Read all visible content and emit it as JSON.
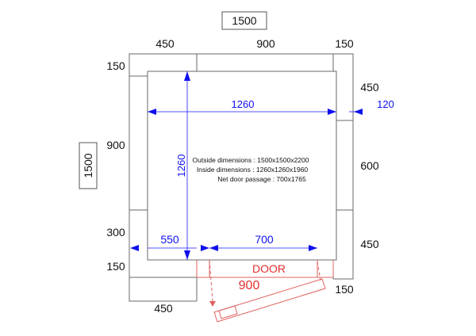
{
  "overall_width_label": "1500",
  "overall_depth_label": "1500",
  "top_panels": [
    "450",
    "900",
    "150"
  ],
  "left_panels": [
    "150",
    "900",
    "300",
    "150"
  ],
  "right_panels": [
    "450",
    "600",
    "450",
    "150"
  ],
  "bottom_panel": "450",
  "inner_width": "1260",
  "inner_depth": "1260",
  "wall_thickness": "120",
  "door_offset": "550",
  "door_passage": "700",
  "door_label": "DOOR",
  "door_leaf": "900",
  "specs": {
    "outside": "Outside dimensions : 1500x1500x2200",
    "inside": "Inside dimensions :  1260x1260x1960",
    "passage": "Net door passage : 700x1765"
  },
  "colors": {
    "outline": "#6a6a6a",
    "dimension_blue": "#1010ee",
    "door_red": "#e06060",
    "text": "#111111"
  }
}
